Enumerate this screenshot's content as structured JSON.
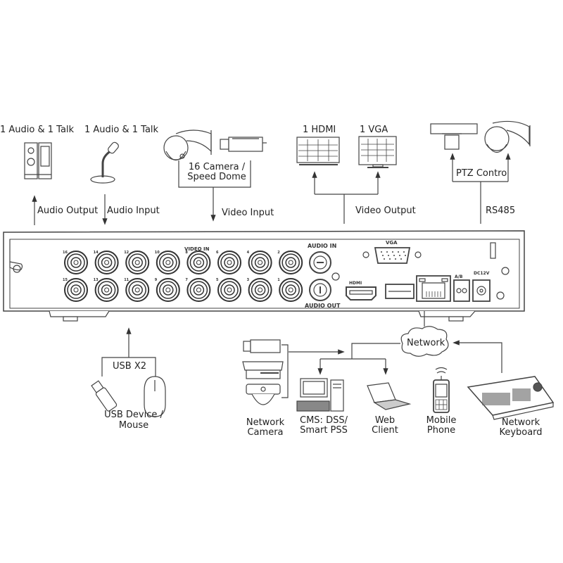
{
  "top": {
    "speaker_label": "1 Audio  & 1 Talk",
    "mic_label": "1 Audio & 1 Talk",
    "camera_label_line1": "16  Camera /",
    "camera_label_line2": "Speed Dome",
    "hdmi_label": "1 HDMI",
    "vga_label": "1 VGA",
    "ptz_label": "PTZ Contro",
    "audio_output_label": "Audio  Output",
    "audio_input_label": "Audio  Input",
    "video_input_label": "Video Input",
    "video_output_label": "Video Output",
    "rs485_label": "RS485"
  },
  "panel": {
    "video_in_label": "VIDEO IN",
    "audio_in_label": "AUDIO IN",
    "audio_out_label": "AUDIO OUT",
    "vga_port_label": "VGA",
    "hdmi_port_label": "HDMI",
    "ab_label": "A/B",
    "dc_label": "DC12V",
    "bnc_top_numbers": [
      "16",
      "14",
      "12",
      "10",
      "8",
      "6",
      "4",
      "2"
    ],
    "bnc_bottom_numbers": [
      "15",
      "13",
      "11",
      "9",
      "7",
      "5",
      "3",
      "1"
    ]
  },
  "bottom": {
    "usb_label": "USB X2",
    "usb_device_line1": "USB Device /",
    "usb_device_line2": "Mouse",
    "network_label": "Network",
    "network_camera_line1": "Network",
    "network_camera_line2": "Camera",
    "cms_line1": "CMS: DSS/",
    "cms_line2": "Smart PSS",
    "web_client_line1": "Web",
    "web_client_line2": "Client",
    "mobile_line1": "Mobile",
    "mobile_line2": "Phone",
    "keyboard_line1": "Network",
    "keyboard_line2": "Keyboard"
  }
}
